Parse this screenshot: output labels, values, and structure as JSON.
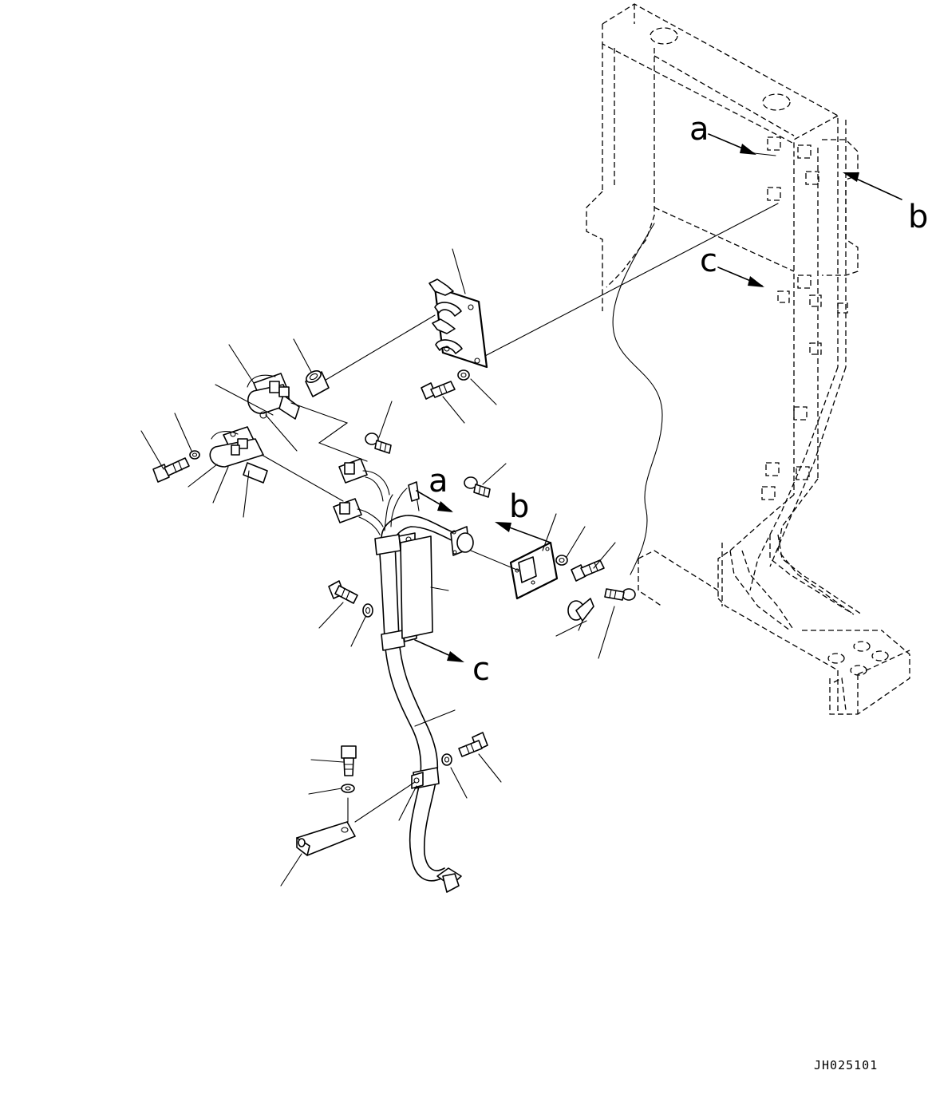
{
  "callouts": {
    "a": "a",
    "b": "b",
    "c": "c"
  },
  "drawing_code": "JH025101"
}
